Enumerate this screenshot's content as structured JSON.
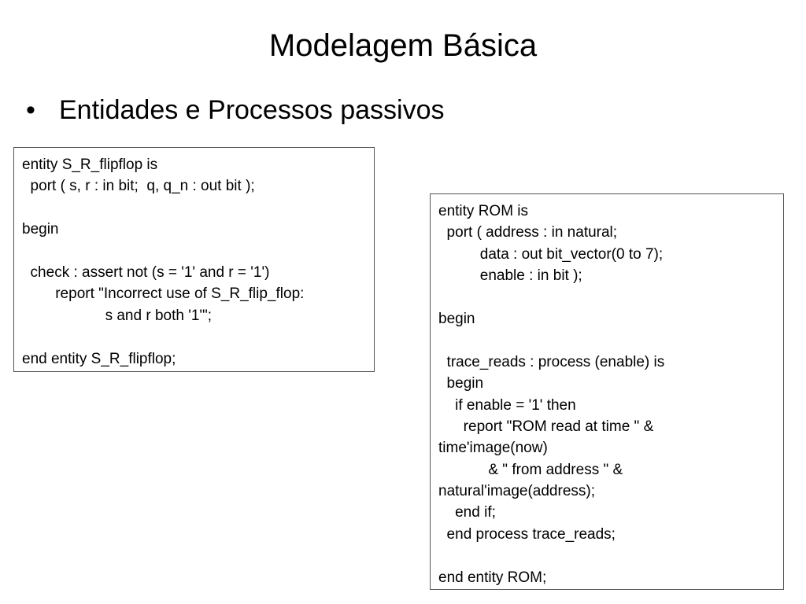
{
  "slide": {
    "title": "Modelagem Básica",
    "bullet": {
      "marker": "•",
      "text": "Entidades e Processos passivos"
    }
  },
  "code_left": [
    "entity S_R_flipflop is",
    "  port ( s, r : in bit;  q, q_n : out bit );",
    "",
    "begin",
    "",
    "  check : assert not (s = '1' and r = '1')",
    "        report \"Incorrect use of S_R_flip_flop:",
    "                    s and r both '1'\";",
    "",
    "end entity S_R_flipflop;"
  ],
  "code_right": [
    "entity ROM is",
    "  port ( address : in natural;",
    "          data : out bit_vector(0 to 7);",
    "          enable : in bit );",
    "",
    "begin",
    "",
    "  trace_reads : process (enable) is",
    "  begin",
    "    if enable = '1' then",
    "      report \"ROM read at time \" &",
    "time'image(now)",
    "            & \" from address \" &",
    "natural'image(address);",
    "    end if;",
    "  end process trace_reads;",
    "",
    "end entity ROM;"
  ]
}
